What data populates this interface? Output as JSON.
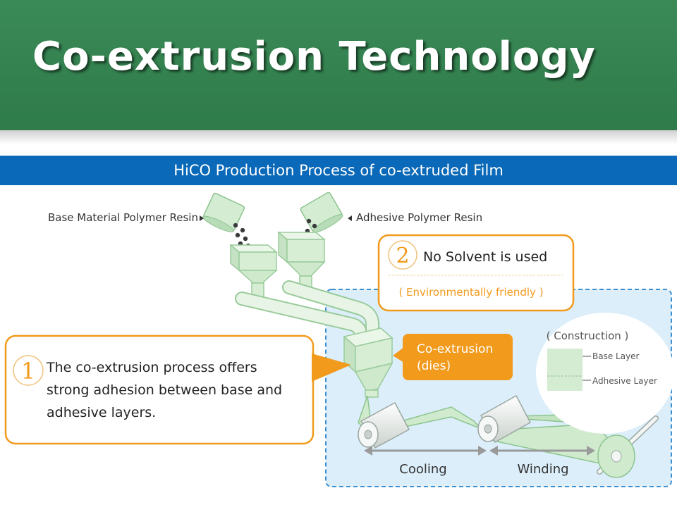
{
  "slide": {
    "title": "Co-extrusion Technology",
    "banner": "HiCO Production Process of co-extruded Film"
  },
  "labels": {
    "base_resin": "Base Material Polymer Resin",
    "adhesive_resin": "Adhesive Polymer Resin",
    "die_line1": "Co-extrusion",
    "die_line2": "(dies)",
    "construction": "( Construction )",
    "base_layer": "Base Layer",
    "adhesive_layer": "Adhesive Layer",
    "cooling": "Cooling",
    "winding": "Winding"
  },
  "callout1": {
    "number": "1",
    "line1": "The co-extrusion process offers",
    "line2": "strong adhesion between base and",
    "line3": "adhesive layers."
  },
  "callout2": {
    "number": "2",
    "heading": "No Solvent is used",
    "sub": "( Environmentally friendly )"
  },
  "colors": {
    "header_green": "#2f7b4a",
    "banner_blue": "#0a69b8",
    "orange": "#f19a1c",
    "machine_green": "#d4ecd2",
    "panel_blue": "#dbeefa"
  }
}
